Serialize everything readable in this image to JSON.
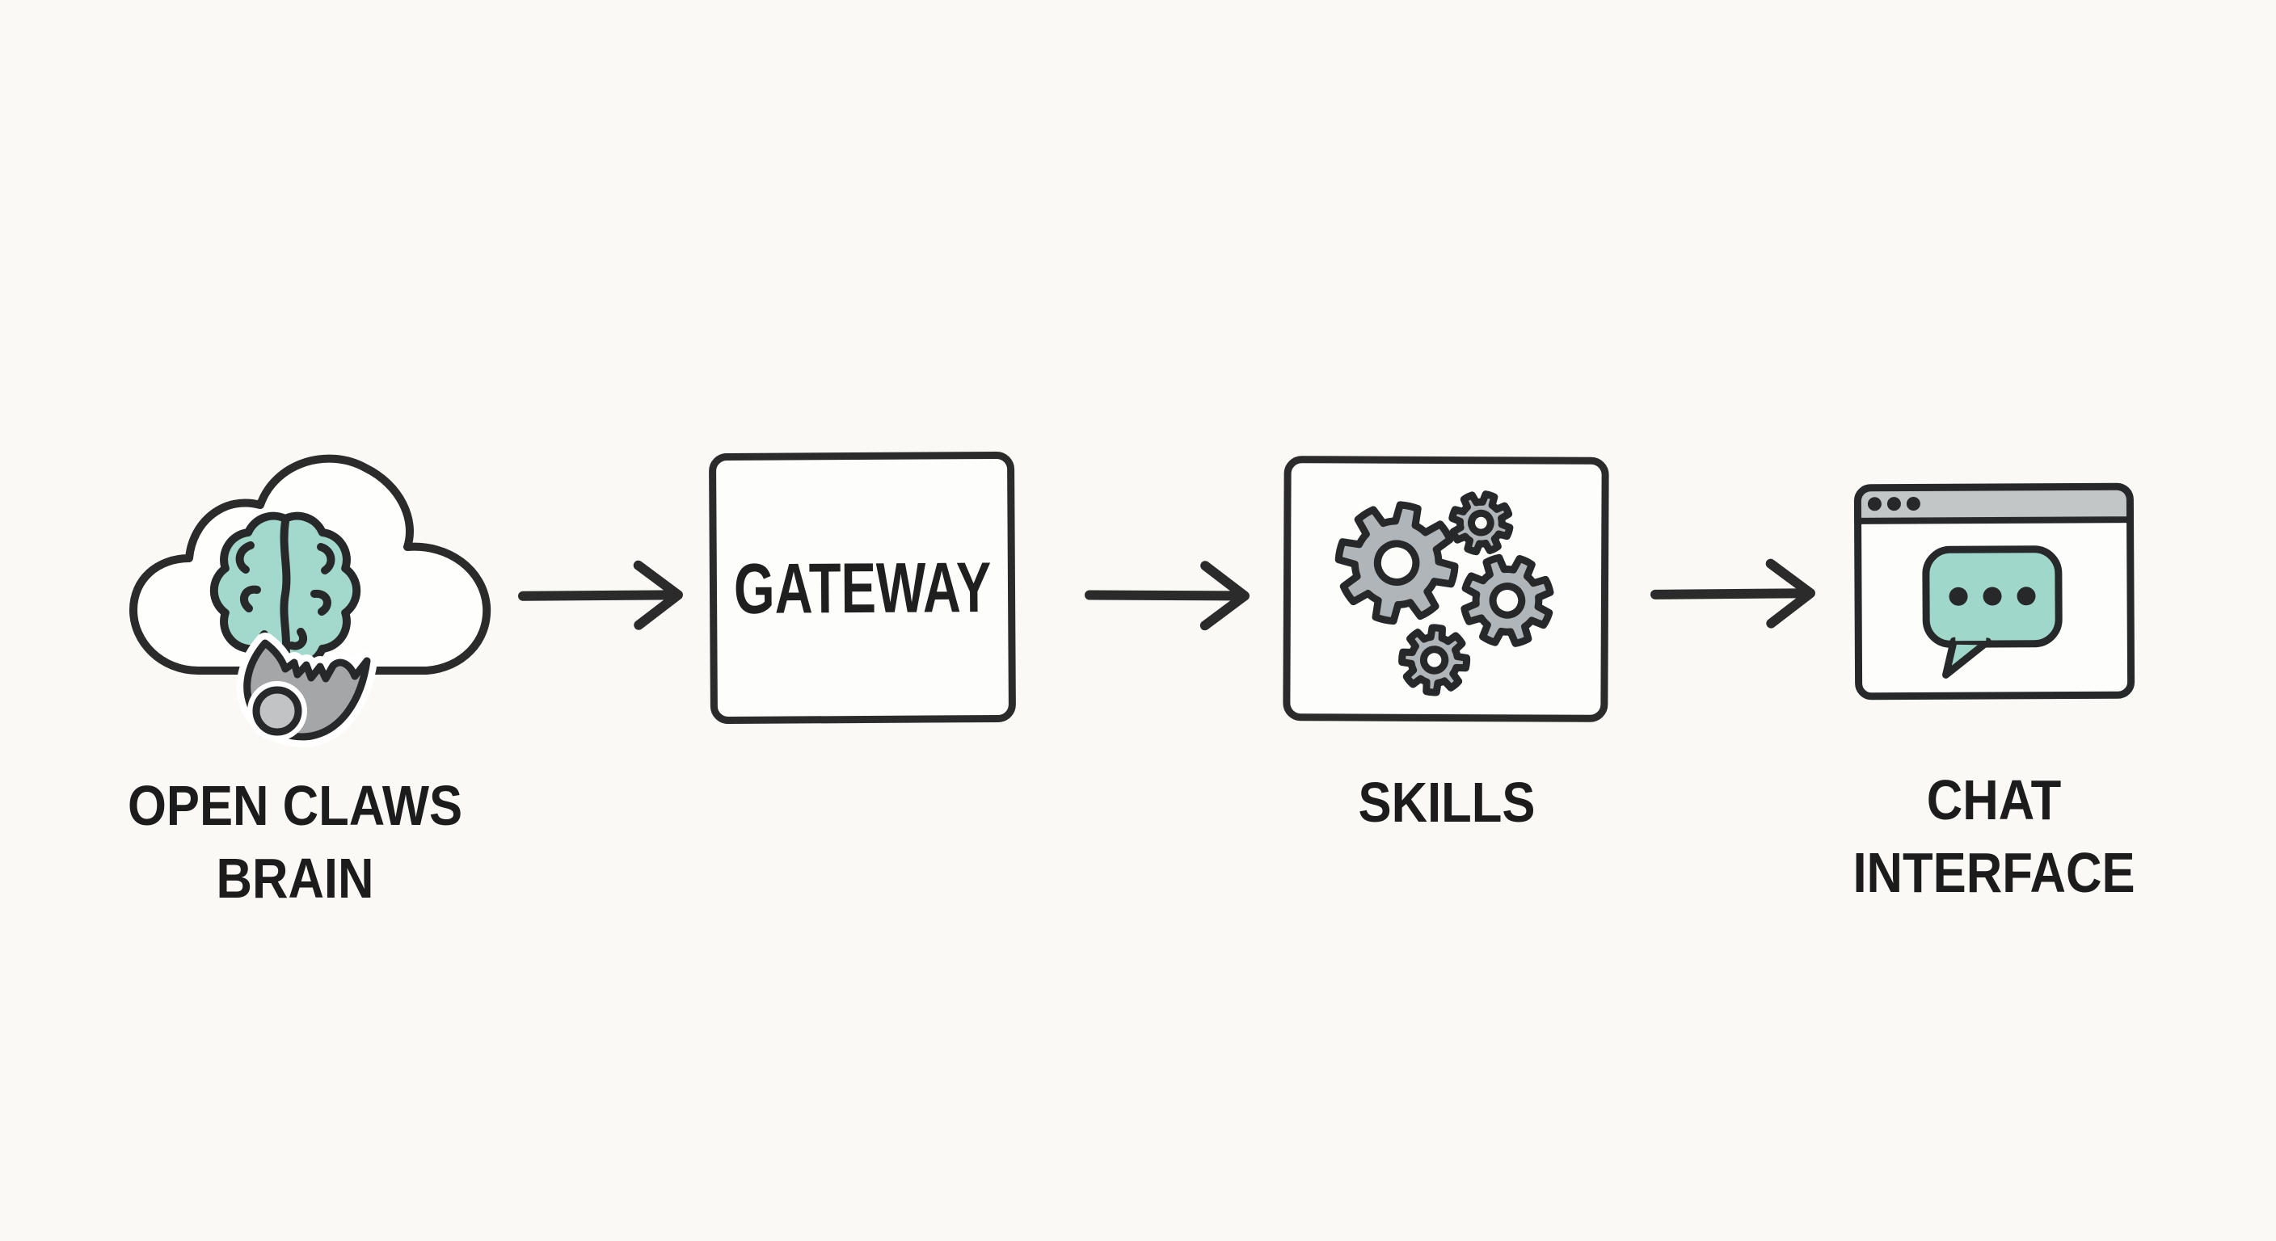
{
  "diagram": {
    "title": "",
    "background_color": "#FAF9F5",
    "outline_color": "#2B2B2B",
    "text_color": "#1C1C1C",
    "accent_teal": "#A3D8CC",
    "gear_gray": "#AFB5B8",
    "claw_gray": "#A4A6A8",
    "claw_ball_gray": "#C2C3C5",
    "titlebar_gray": "#C2C6C6",
    "nodes": [
      {
        "id": "open-claws-brain",
        "icon": "cloud-brain-claw-icon",
        "shape": "icon",
        "label_lines": [
          "OPEN CLAWS",
          "BRAIN"
        ]
      },
      {
        "id": "gateway",
        "icon": "",
        "shape": "rounded-box",
        "label": "GATEWAY"
      },
      {
        "id": "skills",
        "icon": "gears-icon",
        "shape": "rounded-box",
        "label": "SKILLS"
      },
      {
        "id": "chat-interface",
        "icon": "browser-chat-icon",
        "shape": "icon",
        "label_lines": [
          "CHAT",
          "INTERFACE"
        ]
      }
    ],
    "connectors": [
      {
        "from": "open-claws-brain",
        "to": "gateway",
        "style": "right-arrow"
      },
      {
        "from": "gateway",
        "to": "skills",
        "style": "right-arrow"
      },
      {
        "from": "skills",
        "to": "chat-interface",
        "style": "right-arrow"
      }
    ]
  }
}
